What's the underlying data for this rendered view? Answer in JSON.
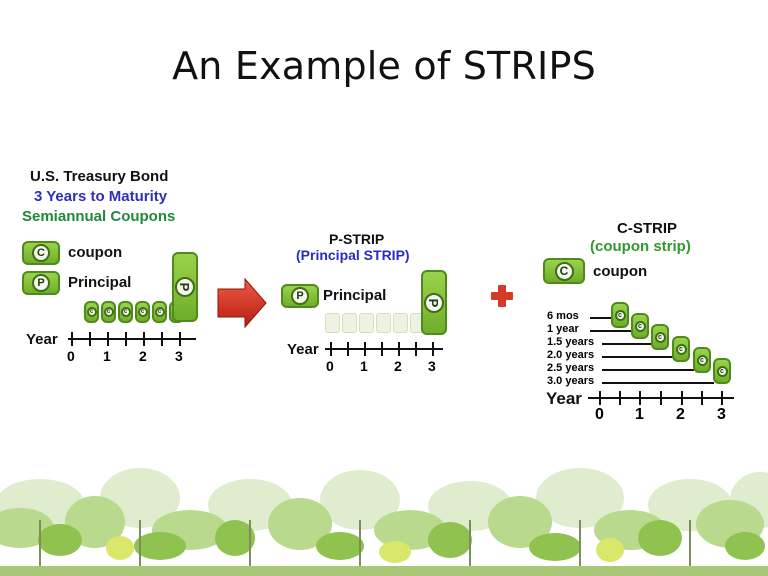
{
  "slide": {
    "title": "An Example of STRIPS"
  },
  "bond": {
    "title": "U.S. Treasury Bond",
    "maturity": "3 Years to Maturity",
    "coupons": "Semiannual Coupons",
    "legend_coupon": "coupon",
    "legend_principal": "Principal",
    "coupon_letter": "C",
    "principal_letter": "P",
    "axis_label": "Year",
    "ticks": [
      "0",
      "1",
      "2",
      "3"
    ]
  },
  "pstrip": {
    "title": "P-STRIP",
    "subtitle": "(Principal STRIP)",
    "principal_label": "Principal",
    "axis_label": "Year",
    "ticks": [
      "0",
      "1",
      "2",
      "3"
    ]
  },
  "cstrip": {
    "title": "C-STRIP",
    "subtitle": "(coupon strip)",
    "coupon_label": "coupon",
    "maturities": [
      "6 mos",
      "1 year",
      "1.5 years",
      "2.0 years",
      "2.5 years",
      "3.0 years"
    ],
    "axis_label": "Year",
    "ticks": [
      "0",
      "1",
      "2",
      "3"
    ]
  },
  "colors": {
    "bond_maturity": "#2f2fb8",
    "bond_coupons": "#1f8a3a",
    "strip_title": "#111111",
    "strip_subtitle": "#2b2bc4",
    "cstrip_subtitle": "#2f9a2f",
    "arrow": "#d62a1c",
    "plus": "#d63a2a",
    "bill_fill": "#7dbb35"
  }
}
